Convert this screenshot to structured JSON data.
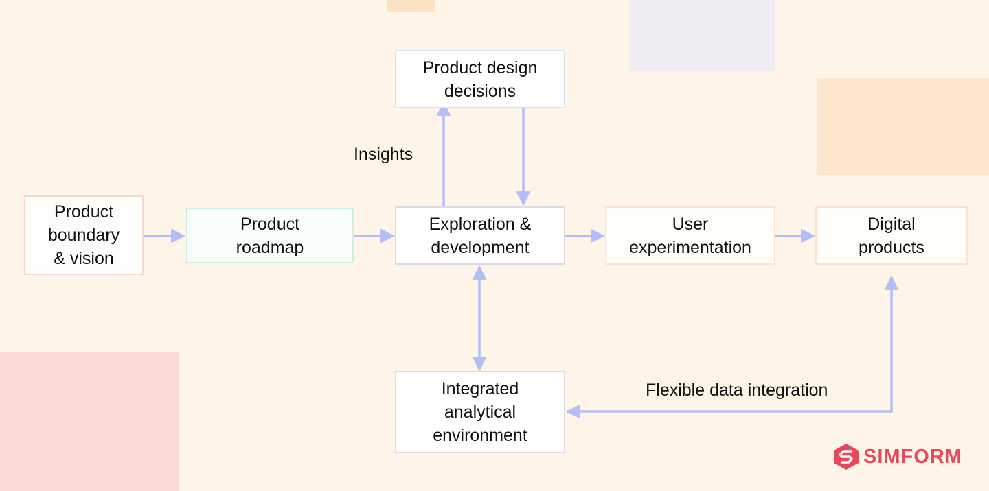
{
  "colors": {
    "background": "#fef4e8",
    "arrow": "#b3bdf7",
    "logo": "#e8485a"
  },
  "nodes": {
    "boundary": "Product\nboundary\n& vision",
    "roadmap": "Product\nroadmap",
    "exploration": "Exploration &\ndevelopment",
    "design": "Product design\ndecisions",
    "user": "User\nexperimentation",
    "digital": "Digital\nproducts",
    "integrated": "Integrated\nanalytical\nenvironment"
  },
  "edge_labels": {
    "insights": "Insights",
    "flexible": "Flexible data integration"
  },
  "logo": {
    "text": "SIMFORM",
    "icon": "simform-logo-icon"
  }
}
